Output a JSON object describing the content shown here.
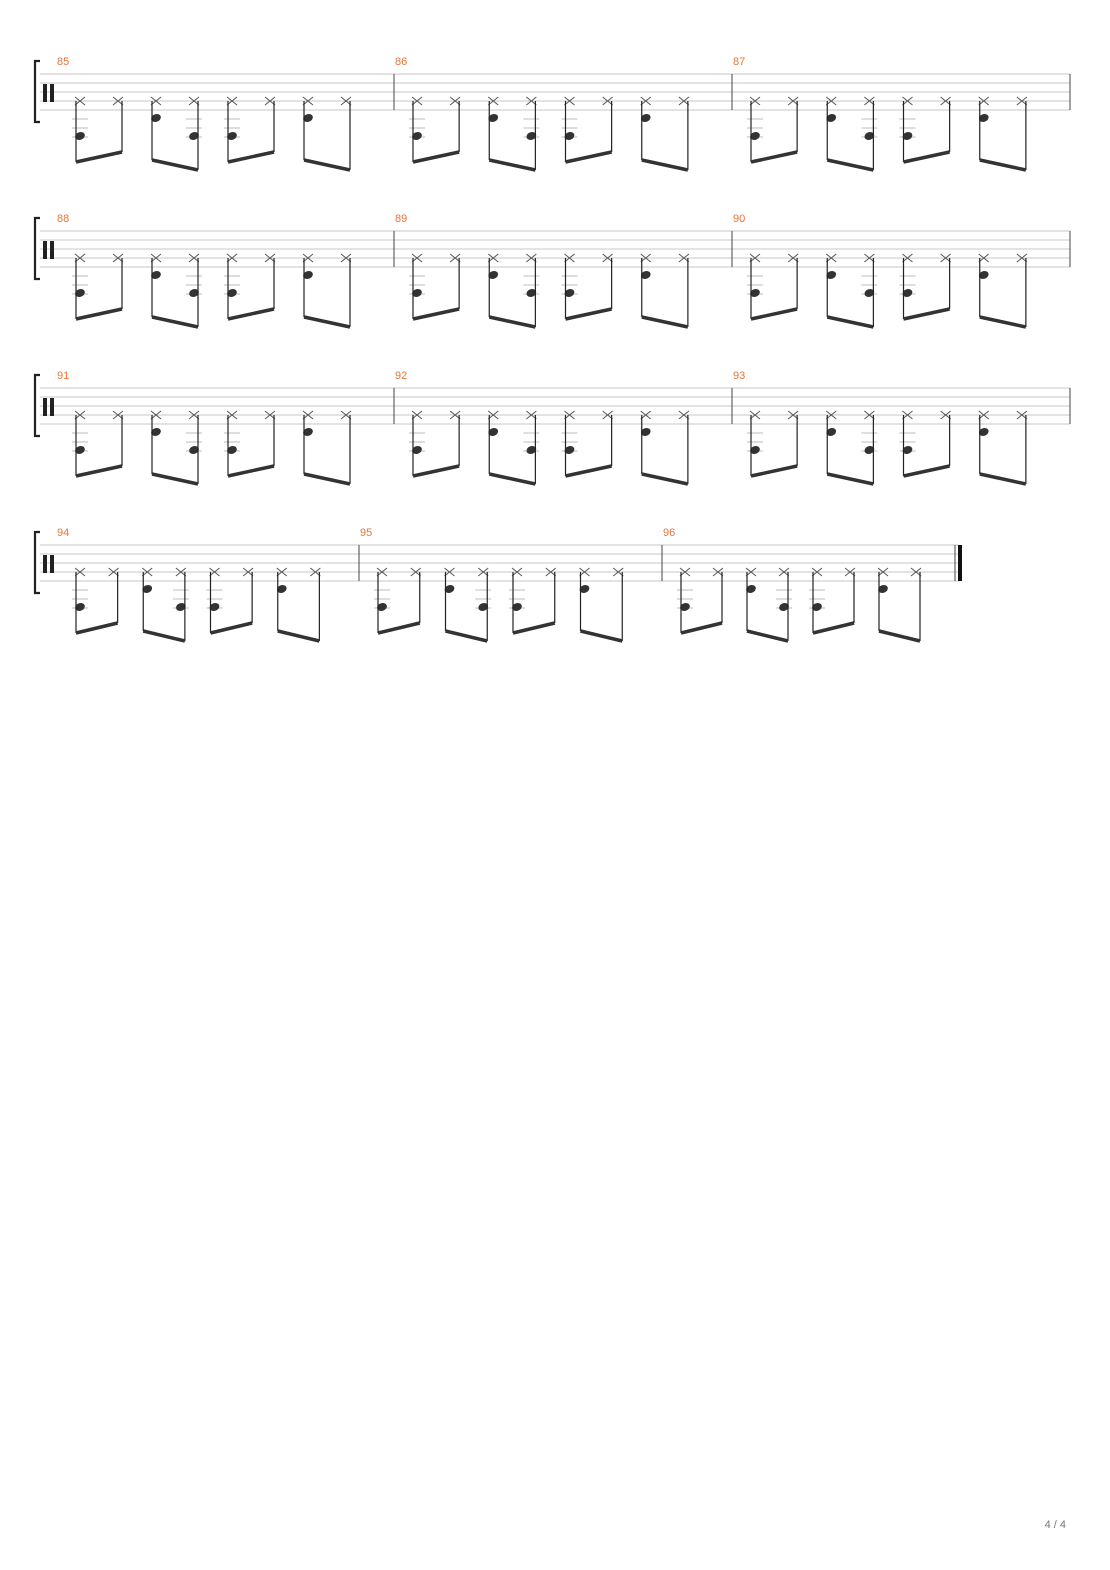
{
  "colors": {
    "measure_number": "#e8743b",
    "staff_line": "#b5b5b5",
    "note": "#333333",
    "page_number": "#777777"
  },
  "clef": "percussion-clef-icon",
  "systems": [
    {
      "measures": [
        "85",
        "86",
        "87"
      ]
    },
    {
      "measures": [
        "88",
        "89",
        "90"
      ]
    },
    {
      "measures": [
        "91",
        "92",
        "93"
      ]
    },
    {
      "measures": [
        "94",
        "95",
        "96"
      ]
    }
  ],
  "final_barline": true,
  "page_number": "4 / 4"
}
